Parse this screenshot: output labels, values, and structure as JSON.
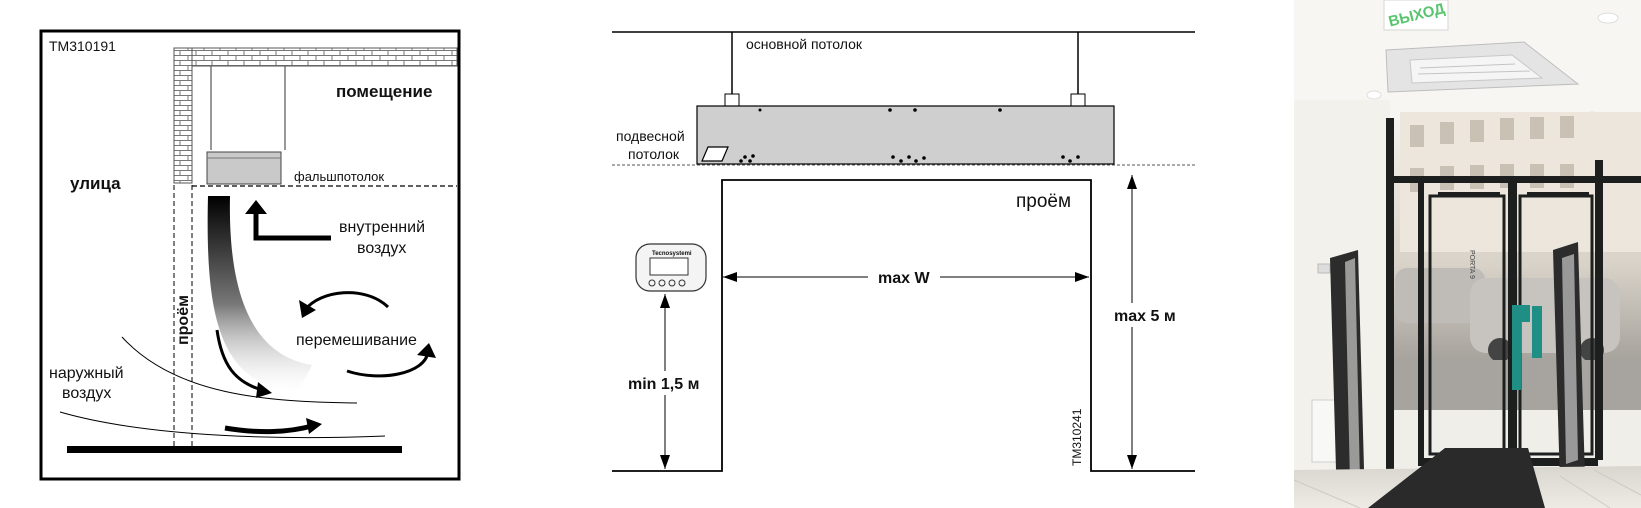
{
  "left_diagram": {
    "code": "TM310191",
    "room": "помещение",
    "street": "улица",
    "false_ceiling": "фальшпотолок",
    "inner_air_1": "внутренний",
    "inner_air_2": "воздух",
    "opening": "проём",
    "mixing": "перемешивание",
    "outer_air_1": "наружный",
    "outer_air_2": "воздух"
  },
  "right_diagram": {
    "main_ceiling": "основной потолок",
    "suspended_1": "подвесной",
    "suspended_2": "потолок",
    "opening": "проём",
    "max_w": "max W",
    "max_h": "max 5 м",
    "min_h": "min 1,5 м",
    "code": "TM310241",
    "controller_brand": "Tecnosystemi"
  },
  "photo": {
    "exit_sign": "ВЫХОД",
    "shop_sign": "PORTA 9"
  },
  "colors": {
    "unit_fill": "#cfcfcf",
    "exit_green": "#8ef0a0",
    "door_frame": "#1d1f1e",
    "gate_teal": "#1f8f86"
  }
}
